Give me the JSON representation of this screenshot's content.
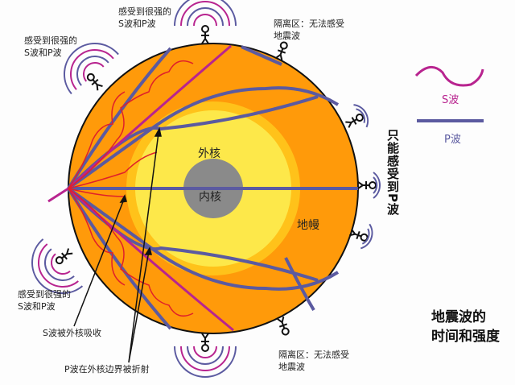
{
  "colors": {
    "mantle": "#ff9a0a",
    "outer_core": "#fde84a",
    "outer_core_ring": "#ffc21a",
    "inner_core": "#8a8a8a",
    "s_wave": "#b8248f",
    "p_wave": "#5b5aa0",
    "refracted": "#e0202a"
  },
  "labels": {
    "strong_top_left": [
      "感受到很强的",
      "S波和P波"
    ],
    "strong_top": [
      "感受到很强的",
      "S波和P波"
    ],
    "shadow_top": [
      "隔离区：无法感受",
      "地震波"
    ],
    "strong_bottom_left": [
      "感受到很强的",
      "S波和P波"
    ],
    "s_absorbed": "S波被外核吸收",
    "p_refracted": "P波在外核边界被折射",
    "shadow_bottom": [
      "隔离区：无法感受",
      "地震波"
    ],
    "p_only": "只能感受到P波"
  },
  "layers": {
    "outer_core": "外核",
    "inner_core": "内核",
    "mantle": "地幔"
  },
  "legend": {
    "s_wave": "S波",
    "p_wave": "P波"
  },
  "title": [
    "地震波的",
    "时间和强度"
  ]
}
